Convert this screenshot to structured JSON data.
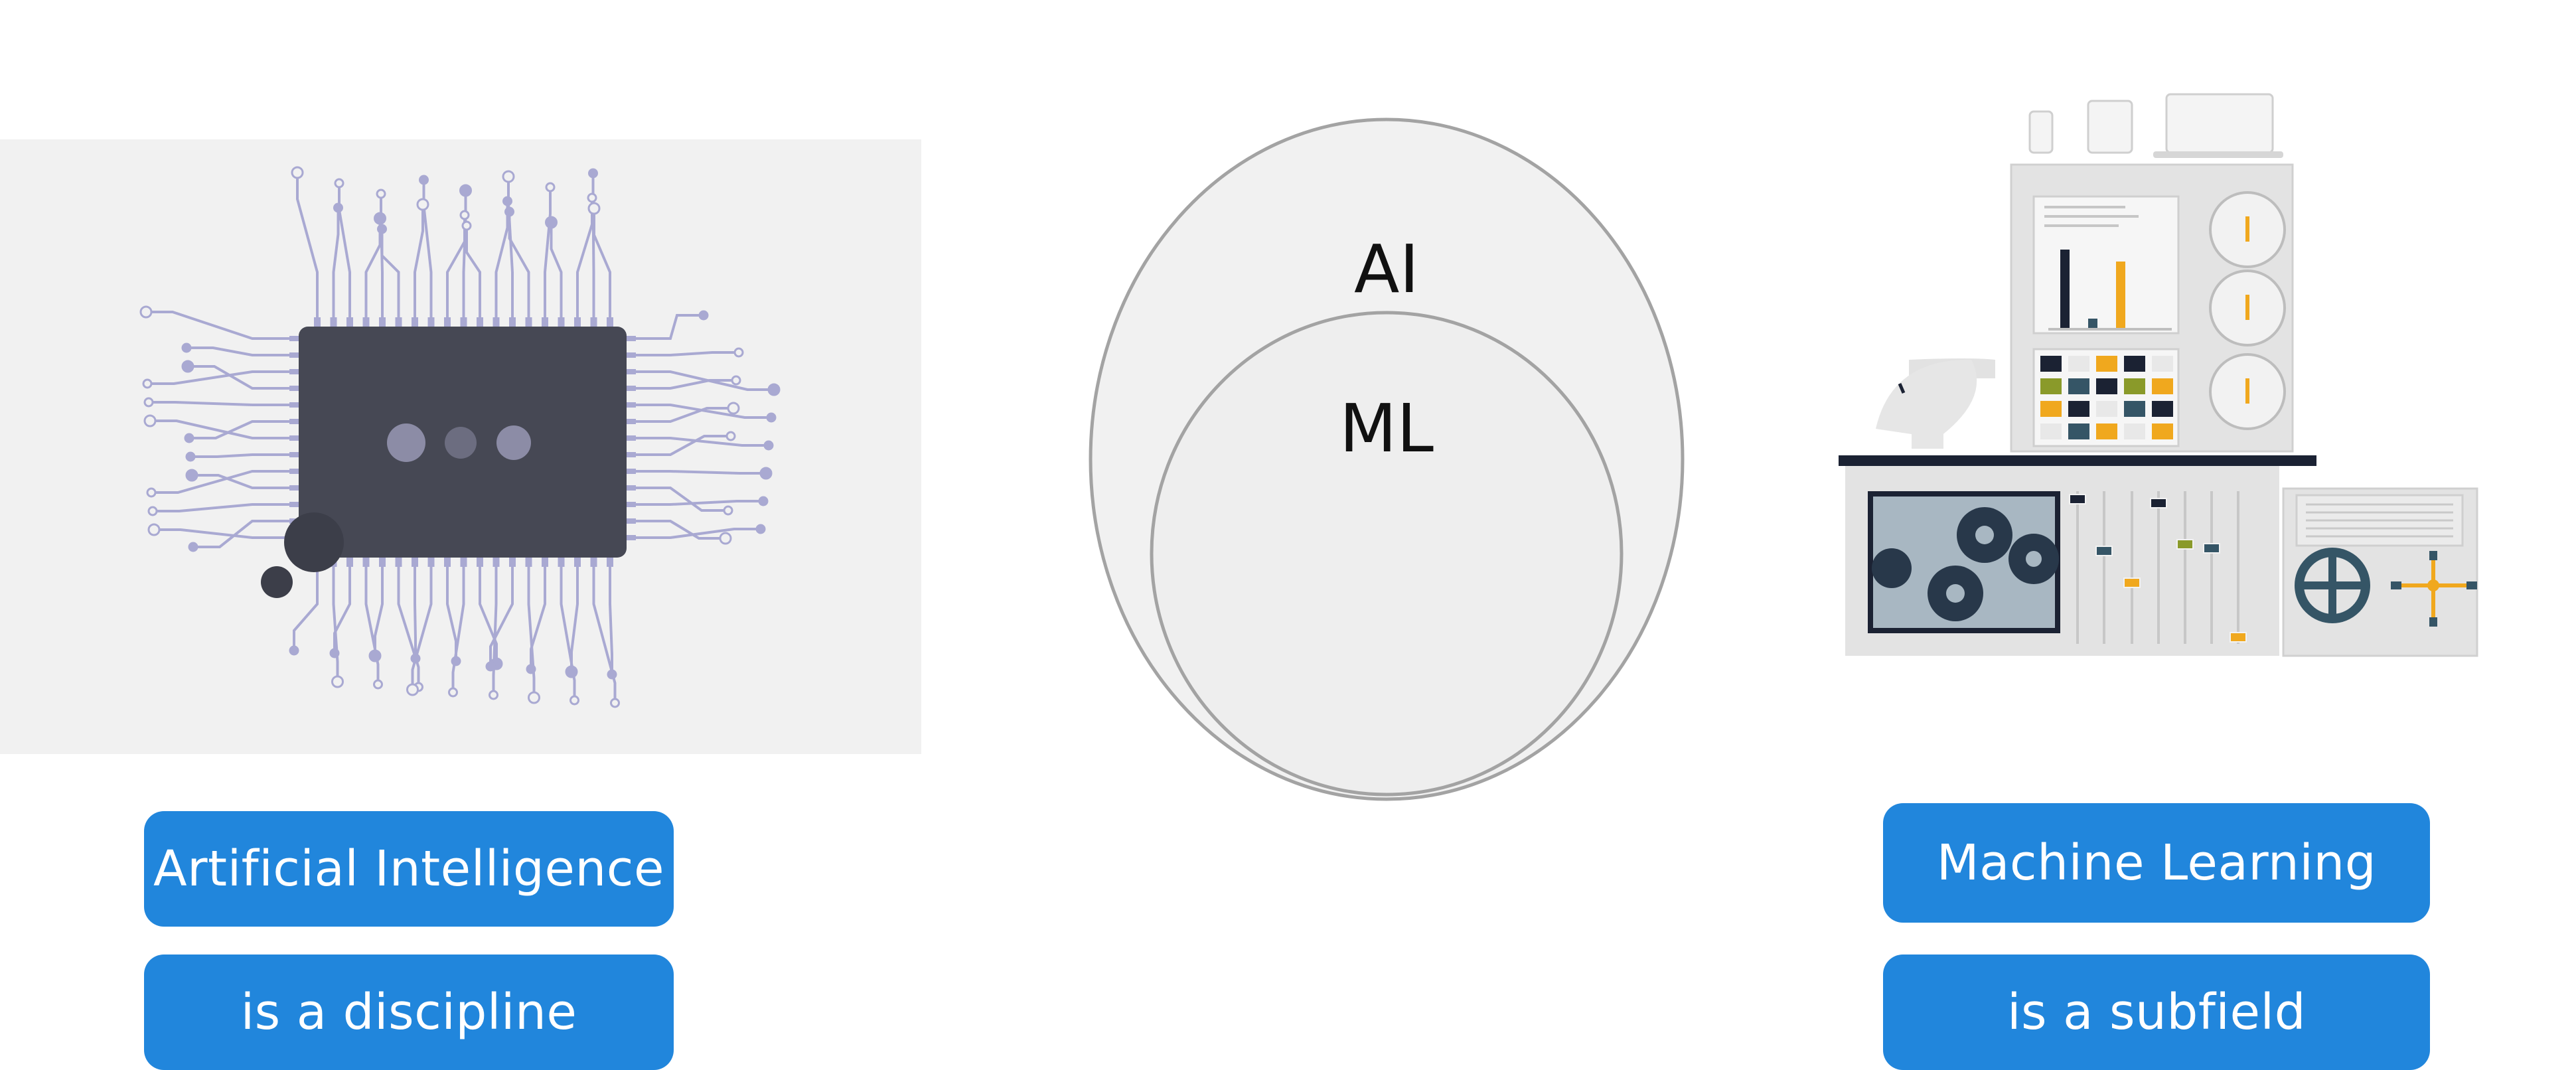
{
  "left": {
    "pill_primary": "Artificial Intelligence",
    "pill_secondary": "is a discipline",
    "chip_illustration": "cpu-chip-icon"
  },
  "center": {
    "outer_circle_label": "AI",
    "inner_circle_label": "ML"
  },
  "right": {
    "pill_primary": "Machine Learning",
    "pill_secondary": "is a subfield",
    "machine_illustration": "machine-console-icon"
  },
  "colors": {
    "pill": "#2186dc",
    "panel_bg": "#f1f1f1",
    "chip": "#464854",
    "trace": "#a9a9d2",
    "accent_orange": "#f0a81e",
    "accent_navy": "#1b2233",
    "accent_teal": "#355566",
    "accent_green": "#8a9a2a"
  }
}
